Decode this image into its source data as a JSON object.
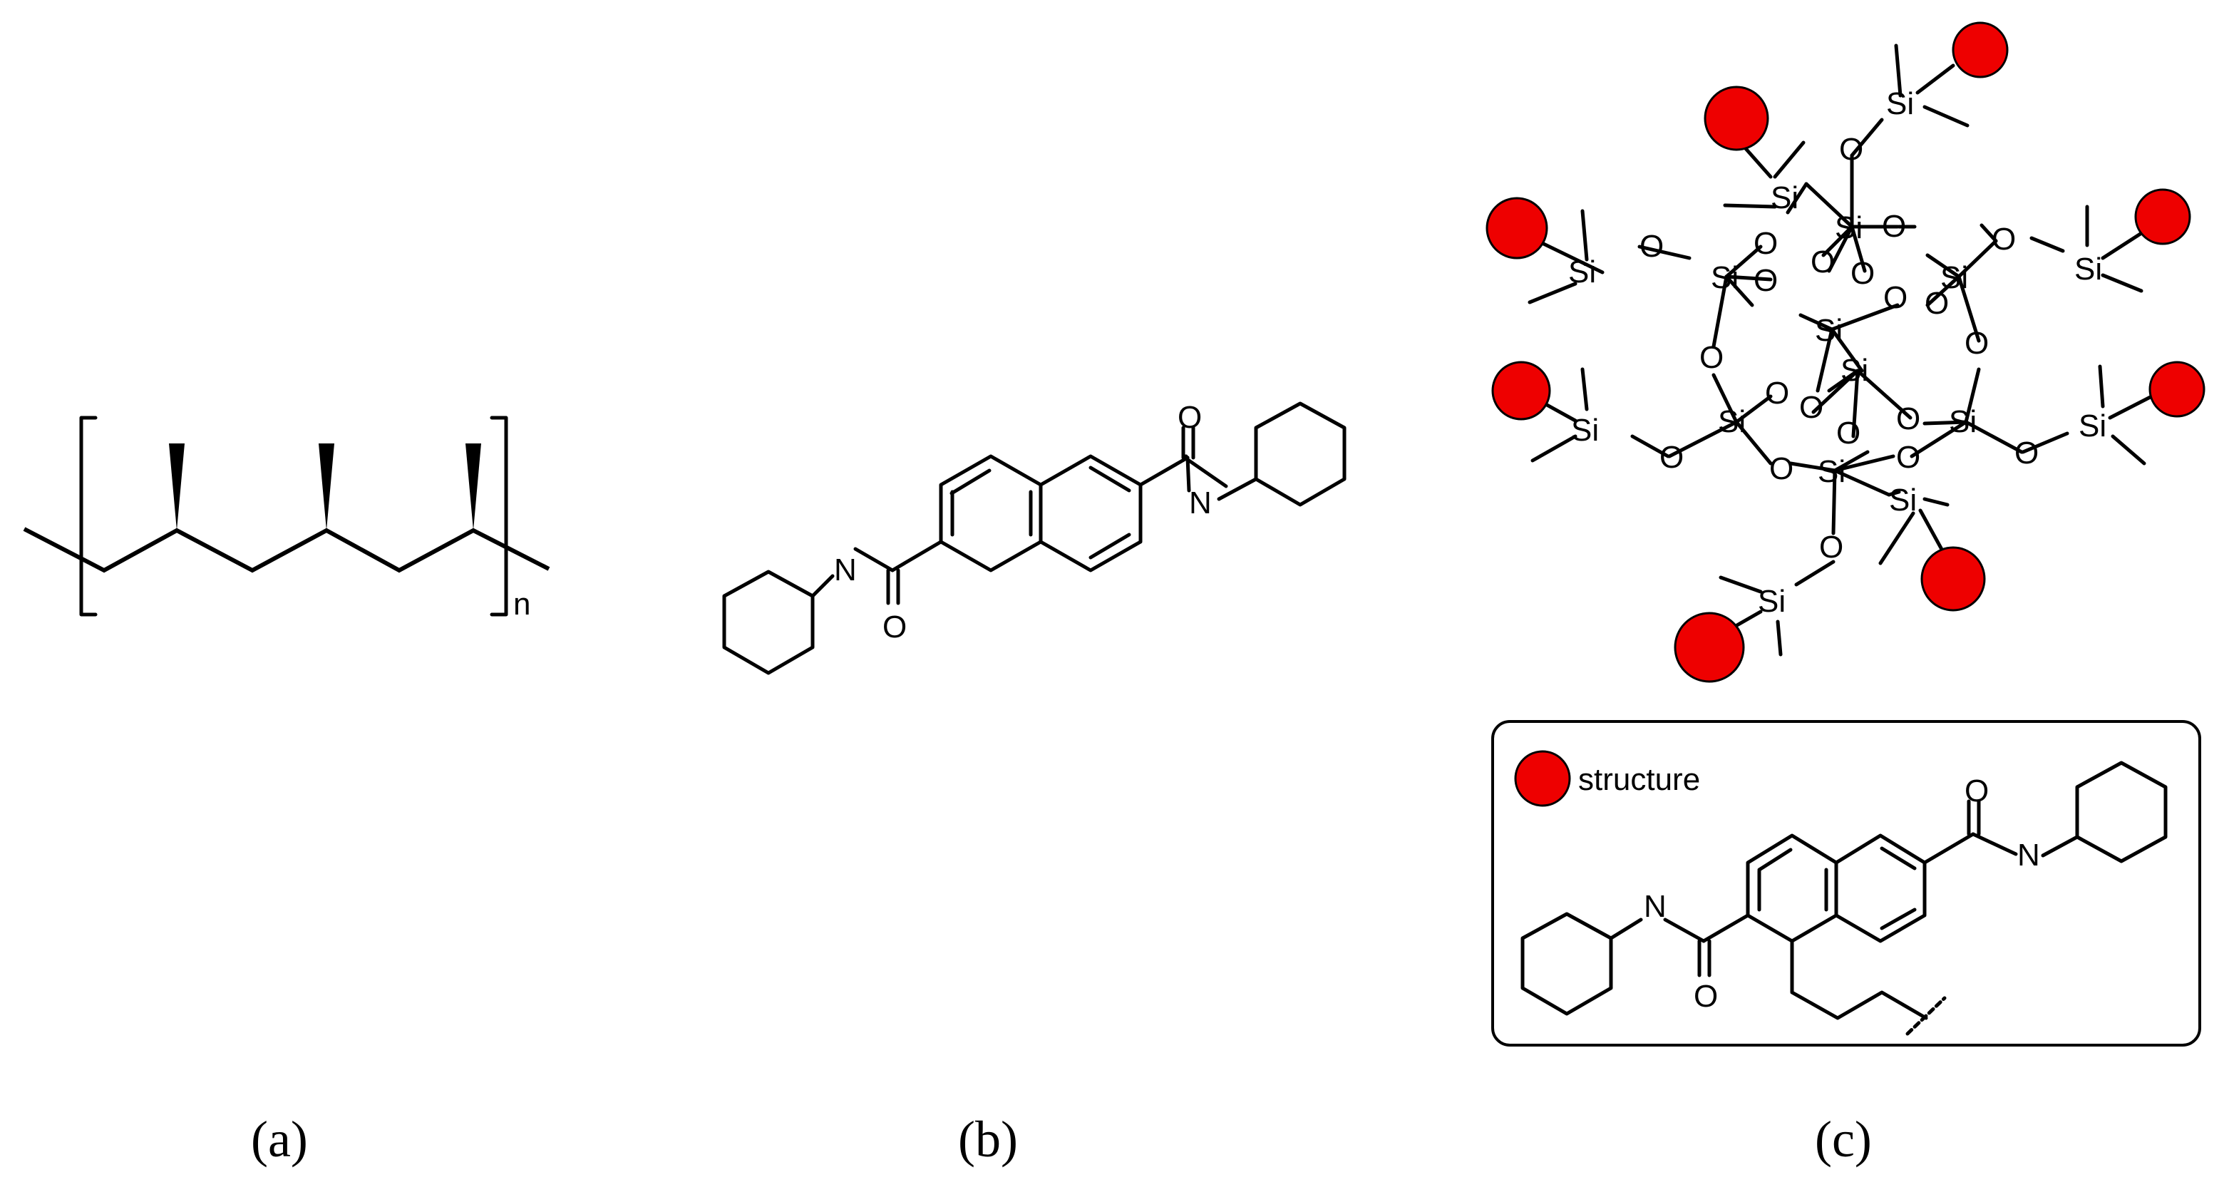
{
  "panels": [
    {
      "id": "a",
      "label": "(a)"
    },
    {
      "id": "b",
      "label": "(b)"
    },
    {
      "id": "c",
      "label": "(c)"
    }
  ],
  "subscript_n": "n",
  "atoms": {
    "oxygen": "O",
    "nitrogen": "N",
    "silicon": "Si"
  },
  "legend": {
    "text": "structure",
    "marker_color": "#ee0000"
  }
}
